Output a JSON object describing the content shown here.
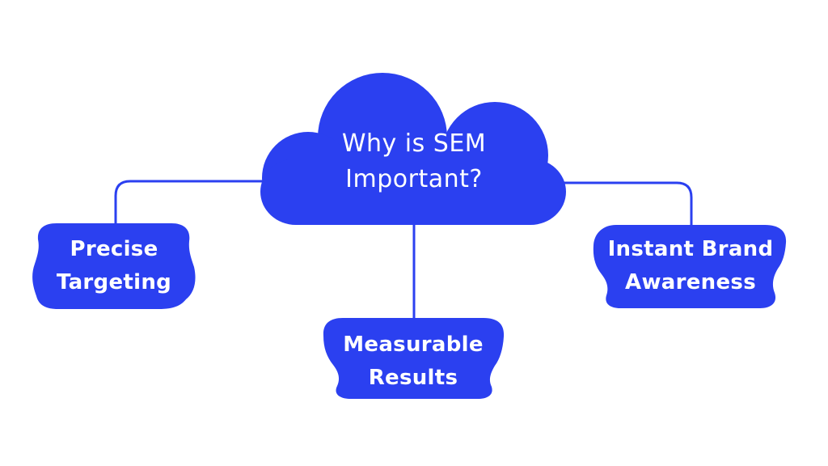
{
  "diagram": {
    "type": "mind-map",
    "background": "#ffffff",
    "colors": {
      "primary": "#2b40f0",
      "label_text": "#ffffff"
    },
    "title": {
      "line1": "Why is SEM",
      "line2": "Important?"
    },
    "nodes": [
      {
        "id": "precise-targeting",
        "line1": "Precise",
        "line2": "Targeting"
      },
      {
        "id": "measurable-results",
        "line1": "Measurable",
        "line2": "Results"
      },
      {
        "id": "instant-brand-awareness",
        "line1": "Instant Brand",
        "line2": "Awareness"
      }
    ]
  }
}
